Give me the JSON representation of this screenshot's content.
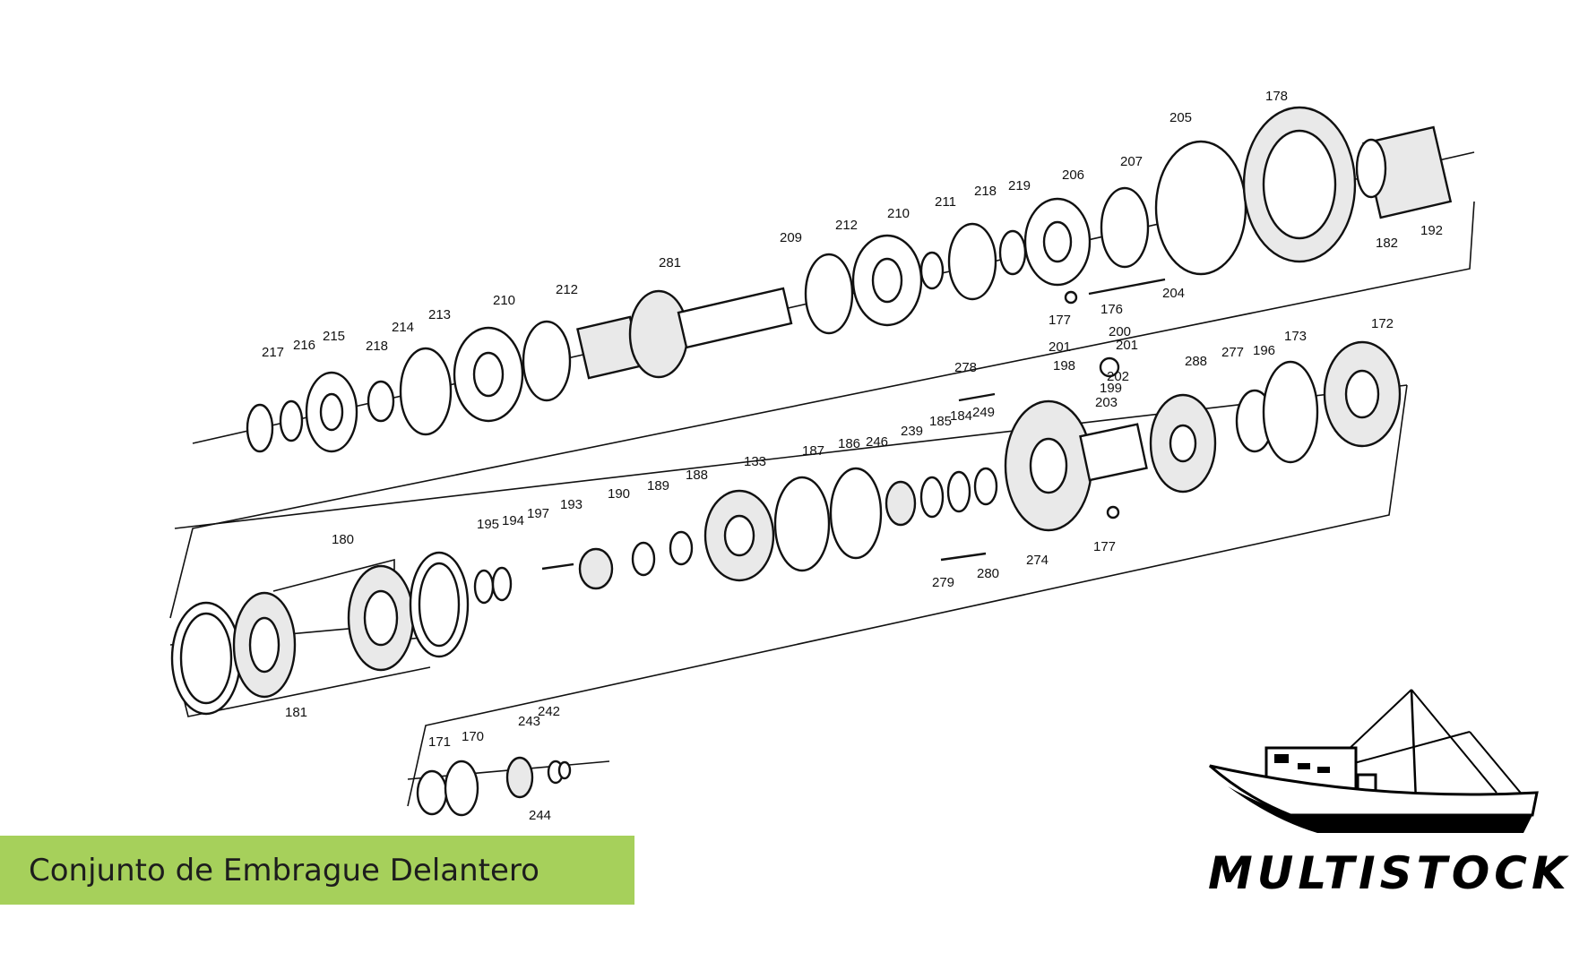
{
  "caption": "Conjunto de Embrague Delantero",
  "brand": {
    "name": "MULTISTOCK"
  },
  "colors": {
    "caption_bg": "#a6d05b",
    "line": "#111111",
    "background": "#ffffff"
  },
  "row1_labels": [
    "217",
    "216",
    "215",
    "218",
    "214",
    "213",
    "210",
    "212",
    "281",
    "209",
    "212",
    "210",
    "211",
    "218",
    "219",
    "206",
    "207",
    "205",
    "178",
    "182",
    "192",
    "177",
    "176",
    "204"
  ],
  "row2_labels": [
    "195",
    "194",
    "197",
    "193",
    "190",
    "189",
    "188",
    "133",
    "187",
    "186",
    "246",
    "239",
    "185",
    "184",
    "249",
    "278",
    "201",
    "200",
    "201",
    "198",
    "202",
    "199",
    "203",
    "288",
    "277",
    "196",
    "173",
    "172",
    "274",
    "177",
    "279",
    "280"
  ],
  "row3_labels": [
    "180",
    "181"
  ],
  "row4_labels": [
    "171",
    "170",
    "243",
    "242",
    "244"
  ]
}
